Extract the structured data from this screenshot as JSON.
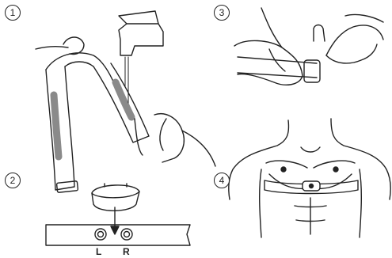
{
  "steps": [
    {
      "number": "1"
    },
    {
      "number": "2"
    },
    {
      "number": "3"
    },
    {
      "number": "4"
    }
  ],
  "step2": {
    "left_label": "L",
    "right_label": "R"
  },
  "colors": {
    "line": "#222222",
    "electrode": "#8a8a8a",
    "background": "#ffffff"
  }
}
